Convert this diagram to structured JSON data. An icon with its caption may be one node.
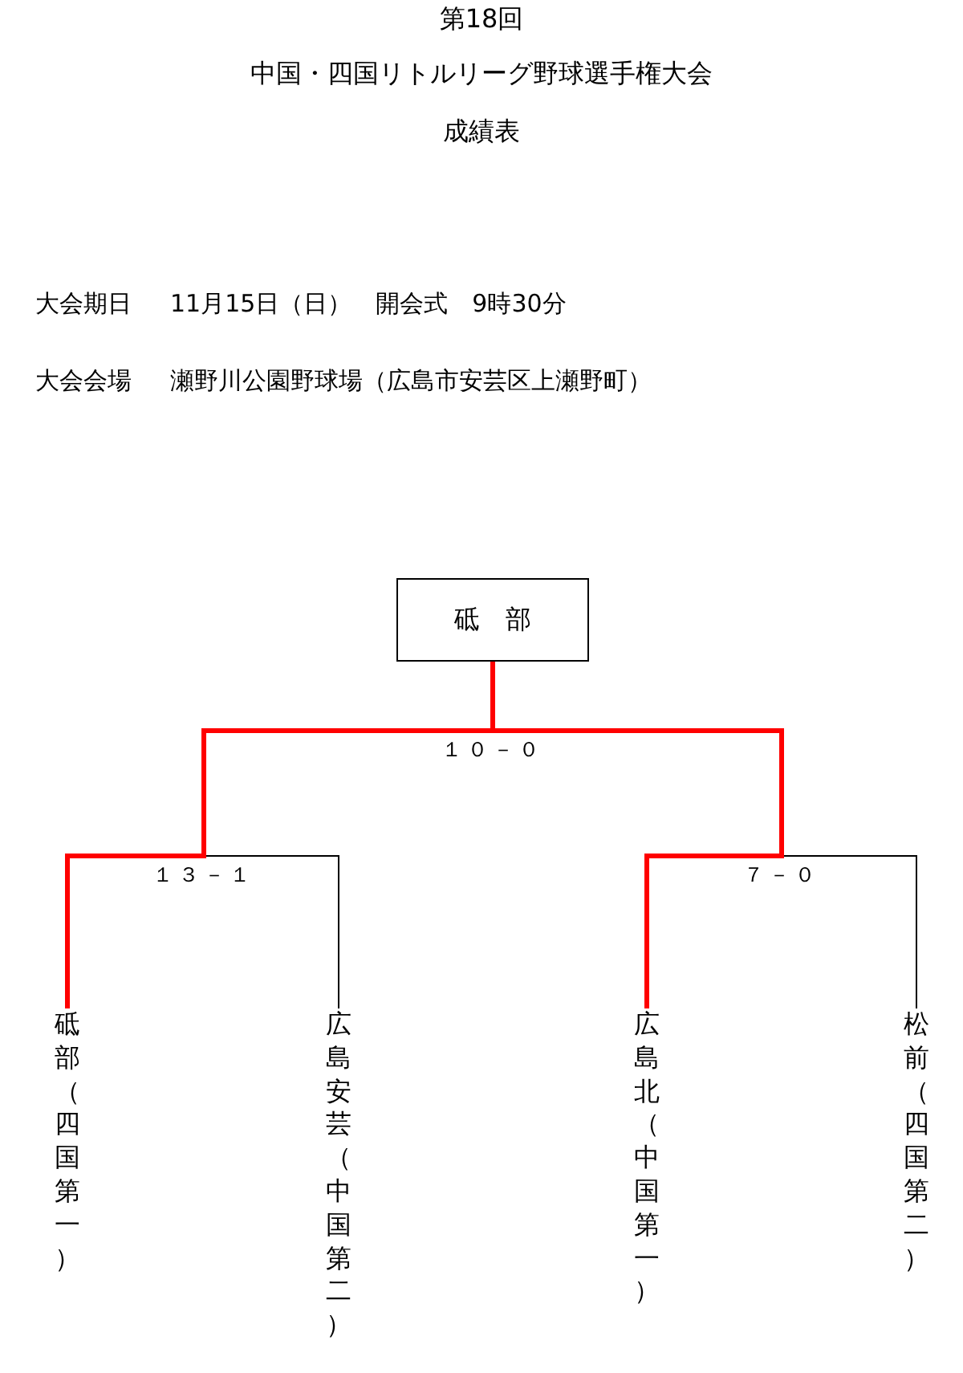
{
  "diagram": {
    "title": "中国・四国リトルリーグ野球選手権大会",
    "nodes": [
      {
        "text": [
          "砥　部"
        ]
      },
      {
        "text": [
          "砥部（四国第一）"
        ]
      },
      {
        "text": [
          "広島安芸（中国第二）"
        ]
      },
      {
        "text": [
          "広島北（中国第一）"
        ]
      },
      {
        "text": [
          "松前（四国第二）"
        ]
      }
    ],
    "edges": [
      {
        "from": 2,
        "to": 0,
        "arrow": "none"
      },
      {
        "from": 4,
        "to": 0,
        "arrow": "none"
      },
      {
        "from": 1,
        "to": 0,
        "arrow": "none",
        "style": "thick",
        "color": "#ff0000"
      },
      {
        "from": 3,
        "to": 0,
        "arrow": "none",
        "style": "thick",
        "color": "#ff0000"
      }
    ],
    "labels": [
      "第18回",
      "成績表",
      "大会期日",
      "11月15日（日）　開会式　9時30分",
      "大会会場",
      "瀬野川公園野球場（広島市安芸区上瀬野町）",
      "１０－０",
      "１３－１",
      "７－０"
    ]
  }
}
